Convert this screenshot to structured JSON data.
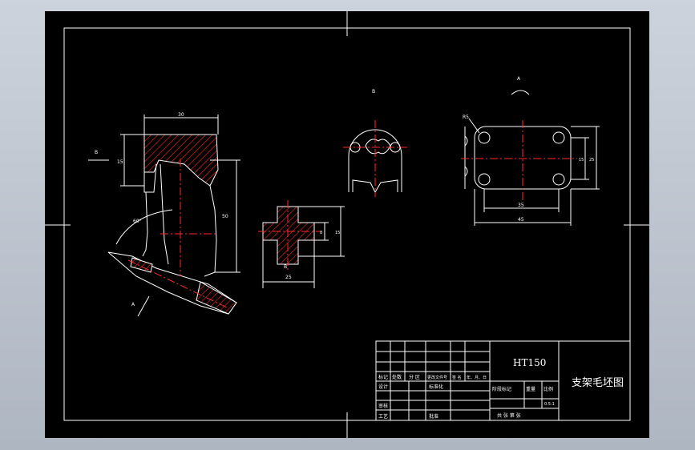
{
  "drawing": {
    "material": "HT150",
    "drawing_title": "支架毛坯图",
    "scale_value": "0.5:1"
  },
  "title_block": {
    "row_labels": [
      "标记",
      "处数",
      "分 区",
      "更改文件号",
      "签 名",
      "年、月、日"
    ],
    "design": "设计",
    "standardization": "标准化",
    "review": "审核",
    "process": "工艺",
    "approve": "批准",
    "stage_mark": "阶段标记",
    "weight": "重量",
    "scale": "比例",
    "sheet_info": "共  张  第  张"
  },
  "dimensions": {
    "top_width": "30",
    "left_height": "15",
    "long_height": "50",
    "angle": "60°",
    "cross_width": "25",
    "cross_small": "8",
    "cross_height": "15",
    "plate_inner": "35",
    "plate_outer": "45",
    "plate_h_inner": "15",
    "plate_h_outer": "25",
    "hole_label": "R5"
  },
  "view_labels": {
    "a_top": "A",
    "a_left": "A",
    "b_top": "B",
    "b_bottom": "B",
    "b_left": "B"
  }
}
